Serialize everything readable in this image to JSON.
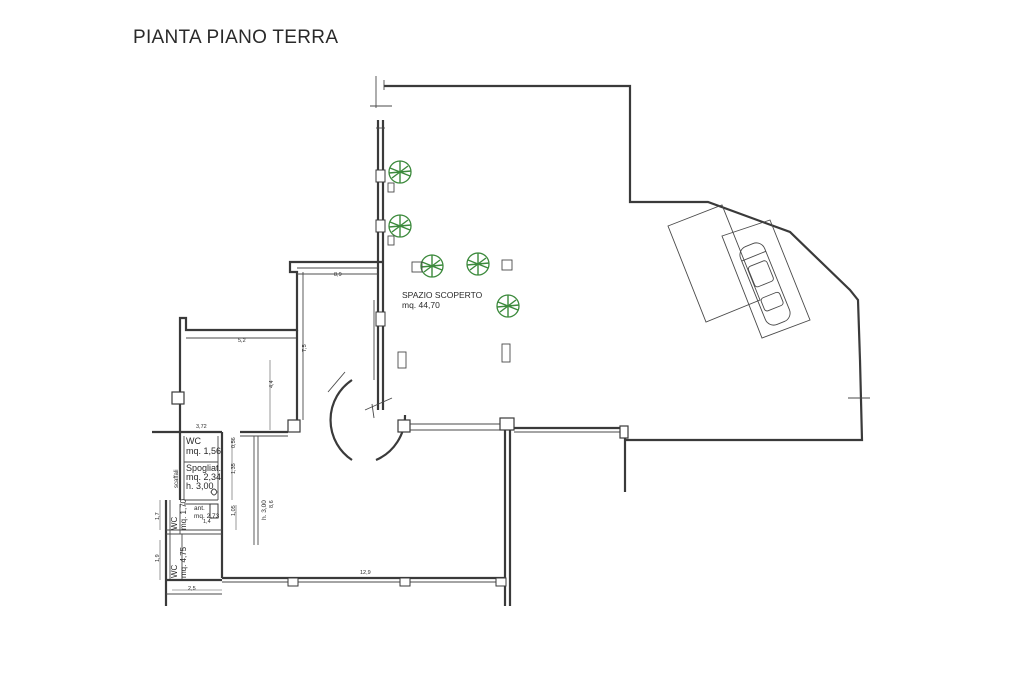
{
  "title": "PIANTA PIANO TERRA",
  "colors": {
    "line": "#3a3a3a",
    "plant": "#3c8a3c",
    "background": "#ffffff"
  },
  "rooms": {
    "outdoor": {
      "name": "SPAZIO SCOPERTO",
      "area": "mq. 44,70"
    },
    "wc1": {
      "name": "WC",
      "area": "mq. 1,56"
    },
    "changing": {
      "name": "Spogliat.",
      "area": "mq. 2,34",
      "height": "h. 3,00"
    },
    "ante": {
      "name": "ant.",
      "area": "mq. 2,73"
    },
    "wc2": {
      "name": "WC",
      "area": "mq. 1,70"
    },
    "wc3": {
      "name": "WC",
      "area": "mq. 4,75"
    },
    "main_height": "h. 3,00",
    "storage": "scaffali"
  },
  "dimensions": [
    "8,9",
    "5,2",
    "7,5",
    "4,4",
    "3,72",
    "0,56",
    "1,35",
    "1,05",
    "8,6",
    "12,9",
    "2,5",
    "1,7",
    "1,9",
    "1,4"
  ],
  "icons": [
    "tree-icon",
    "car-icon",
    "toilet-icon"
  ]
}
